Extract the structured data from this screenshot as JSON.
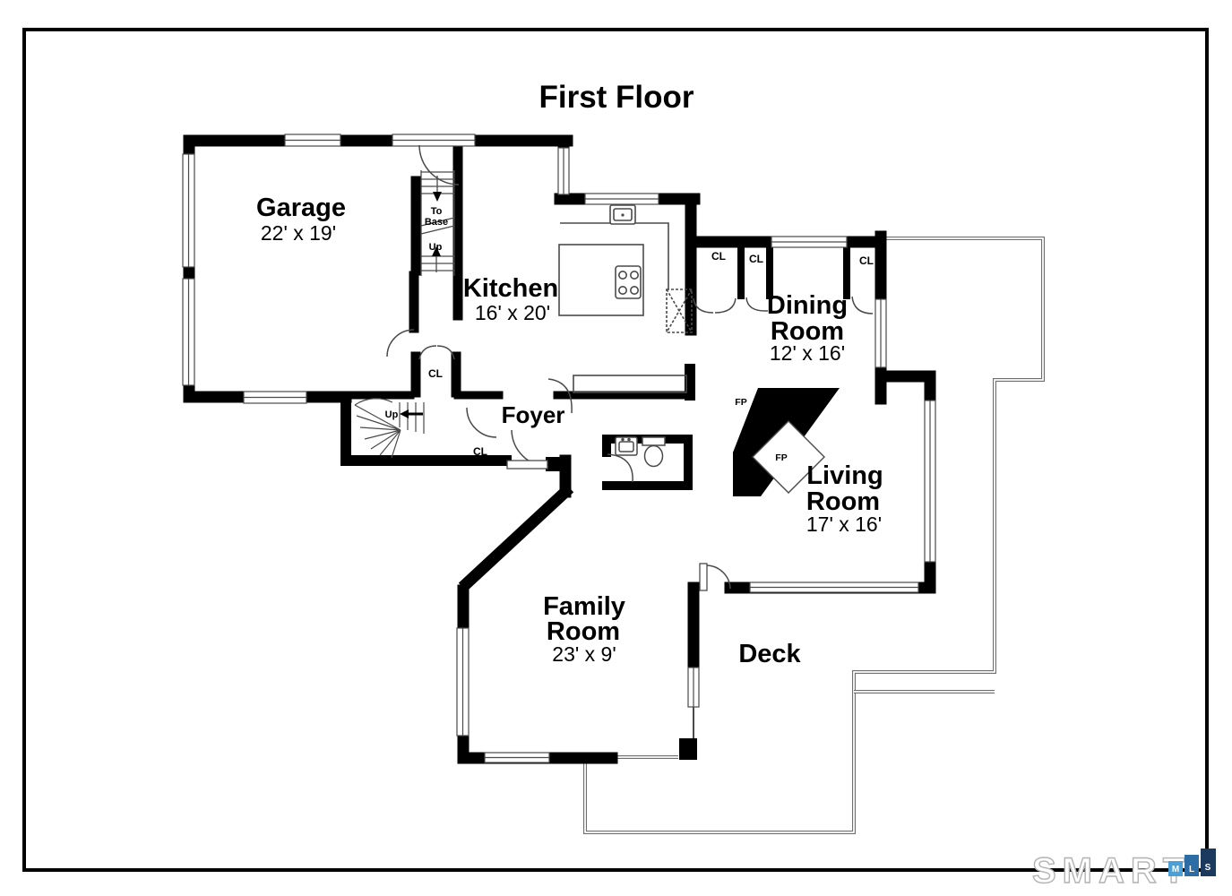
{
  "title": "First Floor",
  "rooms": {
    "garage": {
      "name": "Garage",
      "dims": "22' x 19'"
    },
    "kitchen": {
      "name": "Kitchen",
      "dims": "16' x 20'"
    },
    "dining": {
      "name_line1": "Dining",
      "name_line2": "Room",
      "dims": "12' x 16'"
    },
    "living": {
      "name_line1": "Living",
      "name_line2": "Room",
      "dims": "17' x 16'"
    },
    "family": {
      "name_line1": "Family",
      "name_line2": "Room",
      "dims": "23' x 9'"
    },
    "foyer": {
      "name": "Foyer"
    },
    "deck": {
      "name": "Deck"
    }
  },
  "labels": {
    "closet": "CL",
    "fireplace": "FP",
    "stairs_to_base_line1": "To",
    "stairs_to_base_line2": "Base",
    "stairs_up": "Up",
    "foyer_stairs_up": "Up"
  },
  "logo": {
    "brand": "SMART",
    "squares": [
      {
        "letter": "M",
        "color": "#4ba0d8"
      },
      {
        "letter": "L",
        "color": "#2e6ca6"
      },
      {
        "letter": "S",
        "color": "#1b3a5e"
      }
    ]
  },
  "colors": {
    "wall": "#000000",
    "thin_line": "#4a4a4a",
    "deck_line": "#6e6e6e",
    "frame": "#000000"
  }
}
